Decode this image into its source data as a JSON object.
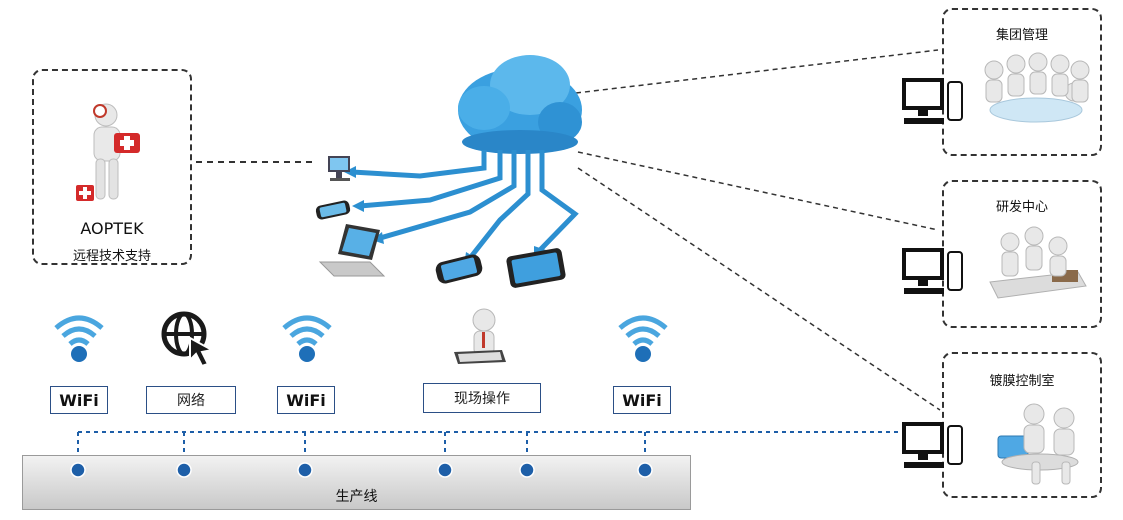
{
  "remote_support": {
    "brand": "AOPTEK",
    "subtitle": "远程技术支持"
  },
  "right_panels": [
    {
      "title": "集团管理"
    },
    {
      "title": "研发中心"
    },
    {
      "title": "镀膜控制室"
    }
  ],
  "bottom_labels": {
    "wifi_1": "WiFi",
    "network": "网络",
    "wifi_2": "WiFi",
    "onsite": "现场操作",
    "wifi_3": "WiFi"
  },
  "production_line": {
    "label": "生产线"
  },
  "colors": {
    "accent_blue": "#1e5fa8",
    "cloud_blue": "#3aa0e0",
    "dashed_line": "#1e5fa8"
  },
  "icons": [
    "cloud-icon",
    "wifi-icon",
    "globe-cursor-icon",
    "monitor-icon",
    "laptop-icon",
    "tablet-icon",
    "phone-icon",
    "desktop-icon",
    "doctor-figure-icon",
    "meeting-figures-icon",
    "worker-figure-icon"
  ]
}
